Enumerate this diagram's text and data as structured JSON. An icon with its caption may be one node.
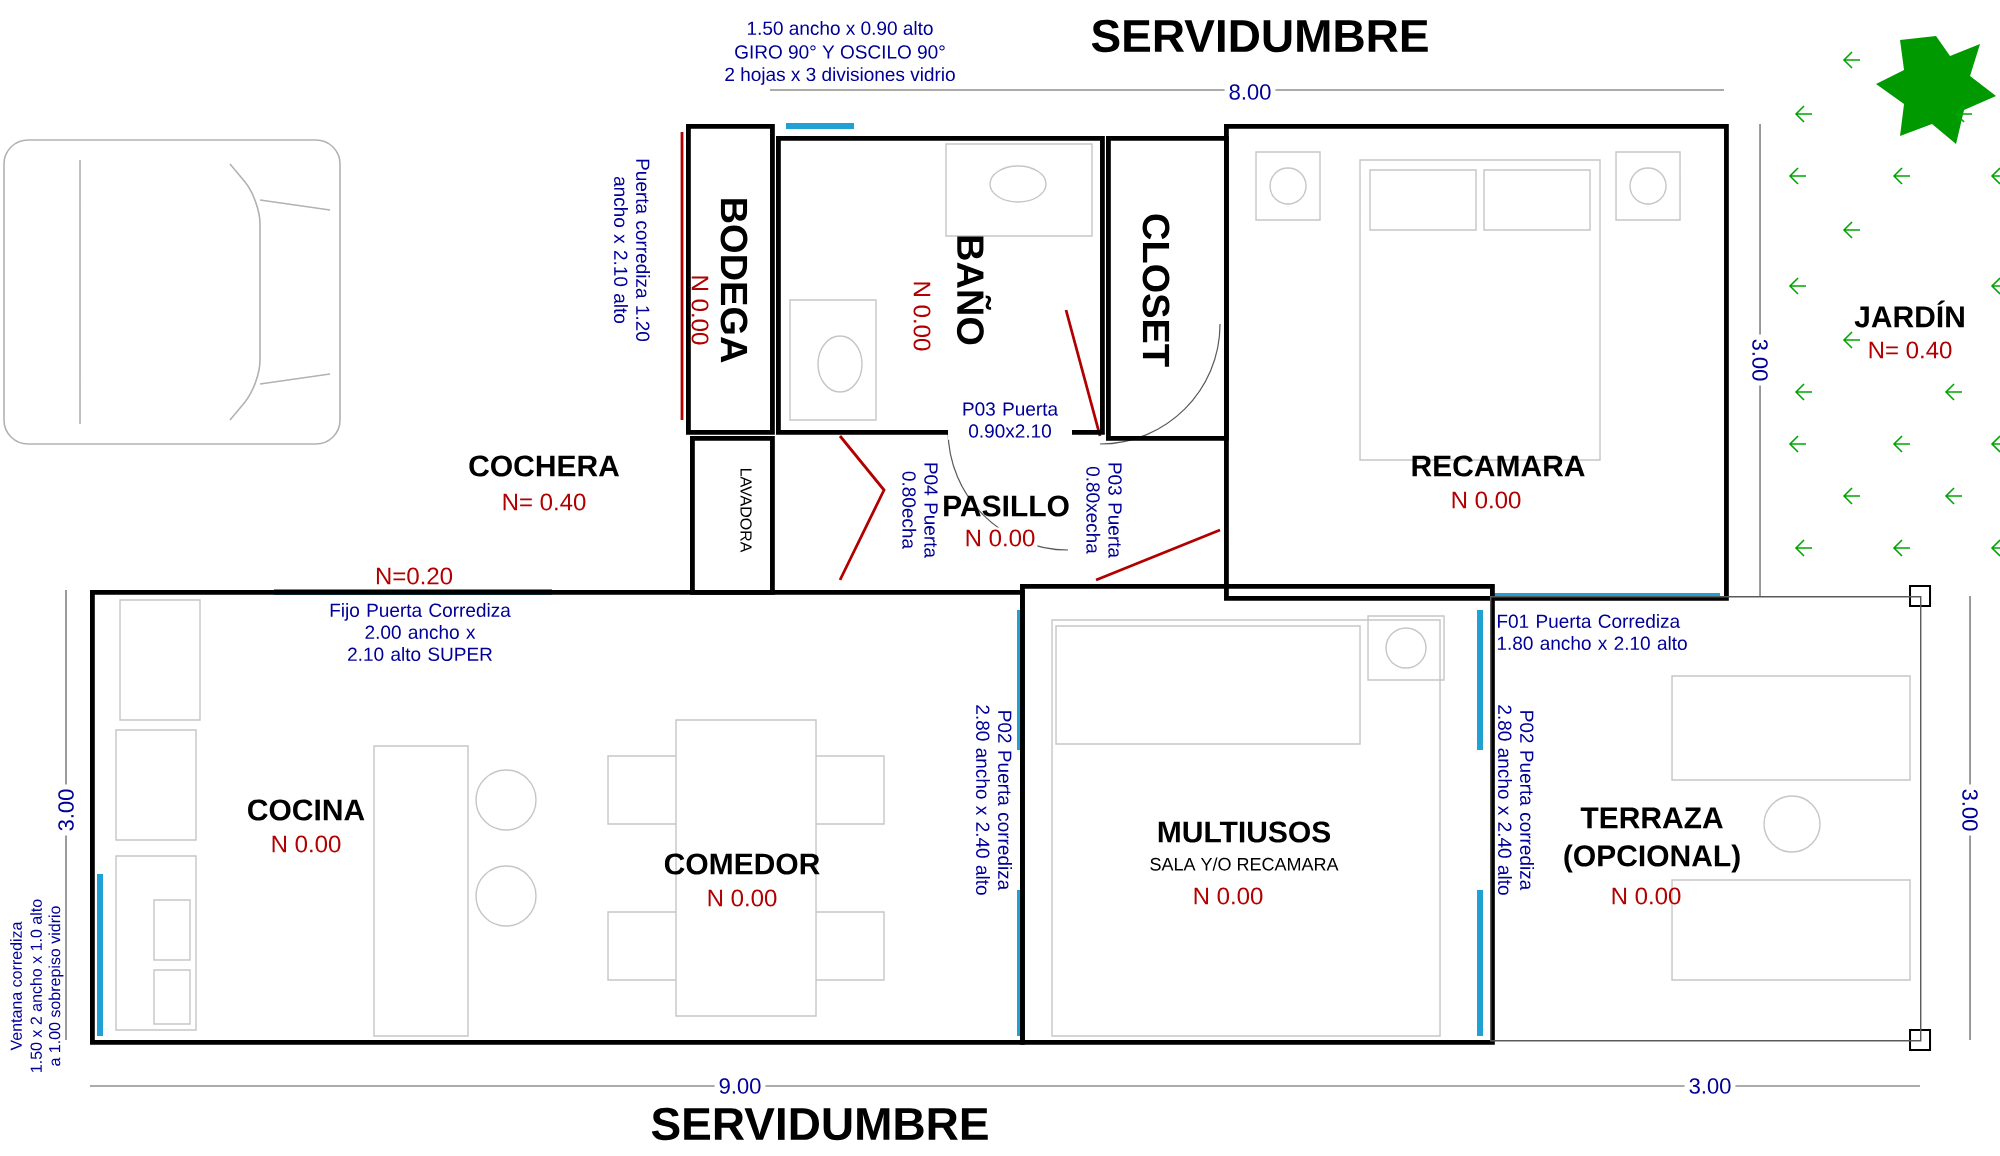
{
  "diagram": {
    "nodes": [
      {
        "text": [
          "BODEGA",
          "N 0.00"
        ]
      },
      {
        "text": [
          "BAÑO",
          "N 0.00"
        ]
      },
      {
        "text": [
          "CLOSET"
        ]
      },
      {
        "text": [
          "RECAMARA",
          "N 0.00"
        ]
      },
      {
        "text": [
          "LAVADORA"
        ]
      },
      {
        "text": [
          "COCINA",
          "N 0.00",
          "COMEDOR",
          "N 0.00"
        ]
      },
      {
        "text": [
          "MULTIUSOS",
          "SALA Y/O RECAMARA",
          "N 0.00"
        ]
      },
      {
        "text": [
          "TERRAZA (OPCIONAL)",
          "N 0.00"
        ]
      }
    ],
    "labels": [
      "1.50 ancho x 0.90 alto",
      "GIRO 90° Y OSCILO 90°",
      "2 hojas x 3 divisiones vidrio",
      "SERVIDUMBRE",
      "8.00",
      "Puerta corrediza 1.20 ancho x 2.10 alto",
      "JARDÍN",
      "N= 0.40",
      "3.00",
      "P03 Puerta 0.90x2.10",
      "COCHERA",
      "N= 0.40",
      "P04 Puerta 0.80echa",
      "PASILLO",
      "N 0.00",
      "P03 Puerta 0.80xecha",
      "N=0.20",
      "Fijo Puerta Corrediza 2.00 ancho x 2.10 alto SUPER",
      "F01 Puerta Corrediza 1.80 ancho x 2.10 alto",
      "P02 Puerta corrediza 2.80 ancho x 2.40 alto",
      "P02 Puerta corrediza 2.80 ancho x 2.40 alto",
      "3.00",
      "3.00",
      "Ventana corrediza",
      "1.50 x 2 ancho x 1.0 alto",
      "a 1.00 sobrepiso vidrio",
      "9.00",
      "3.00",
      "SERVIDUMBRE"
    ]
  }
}
